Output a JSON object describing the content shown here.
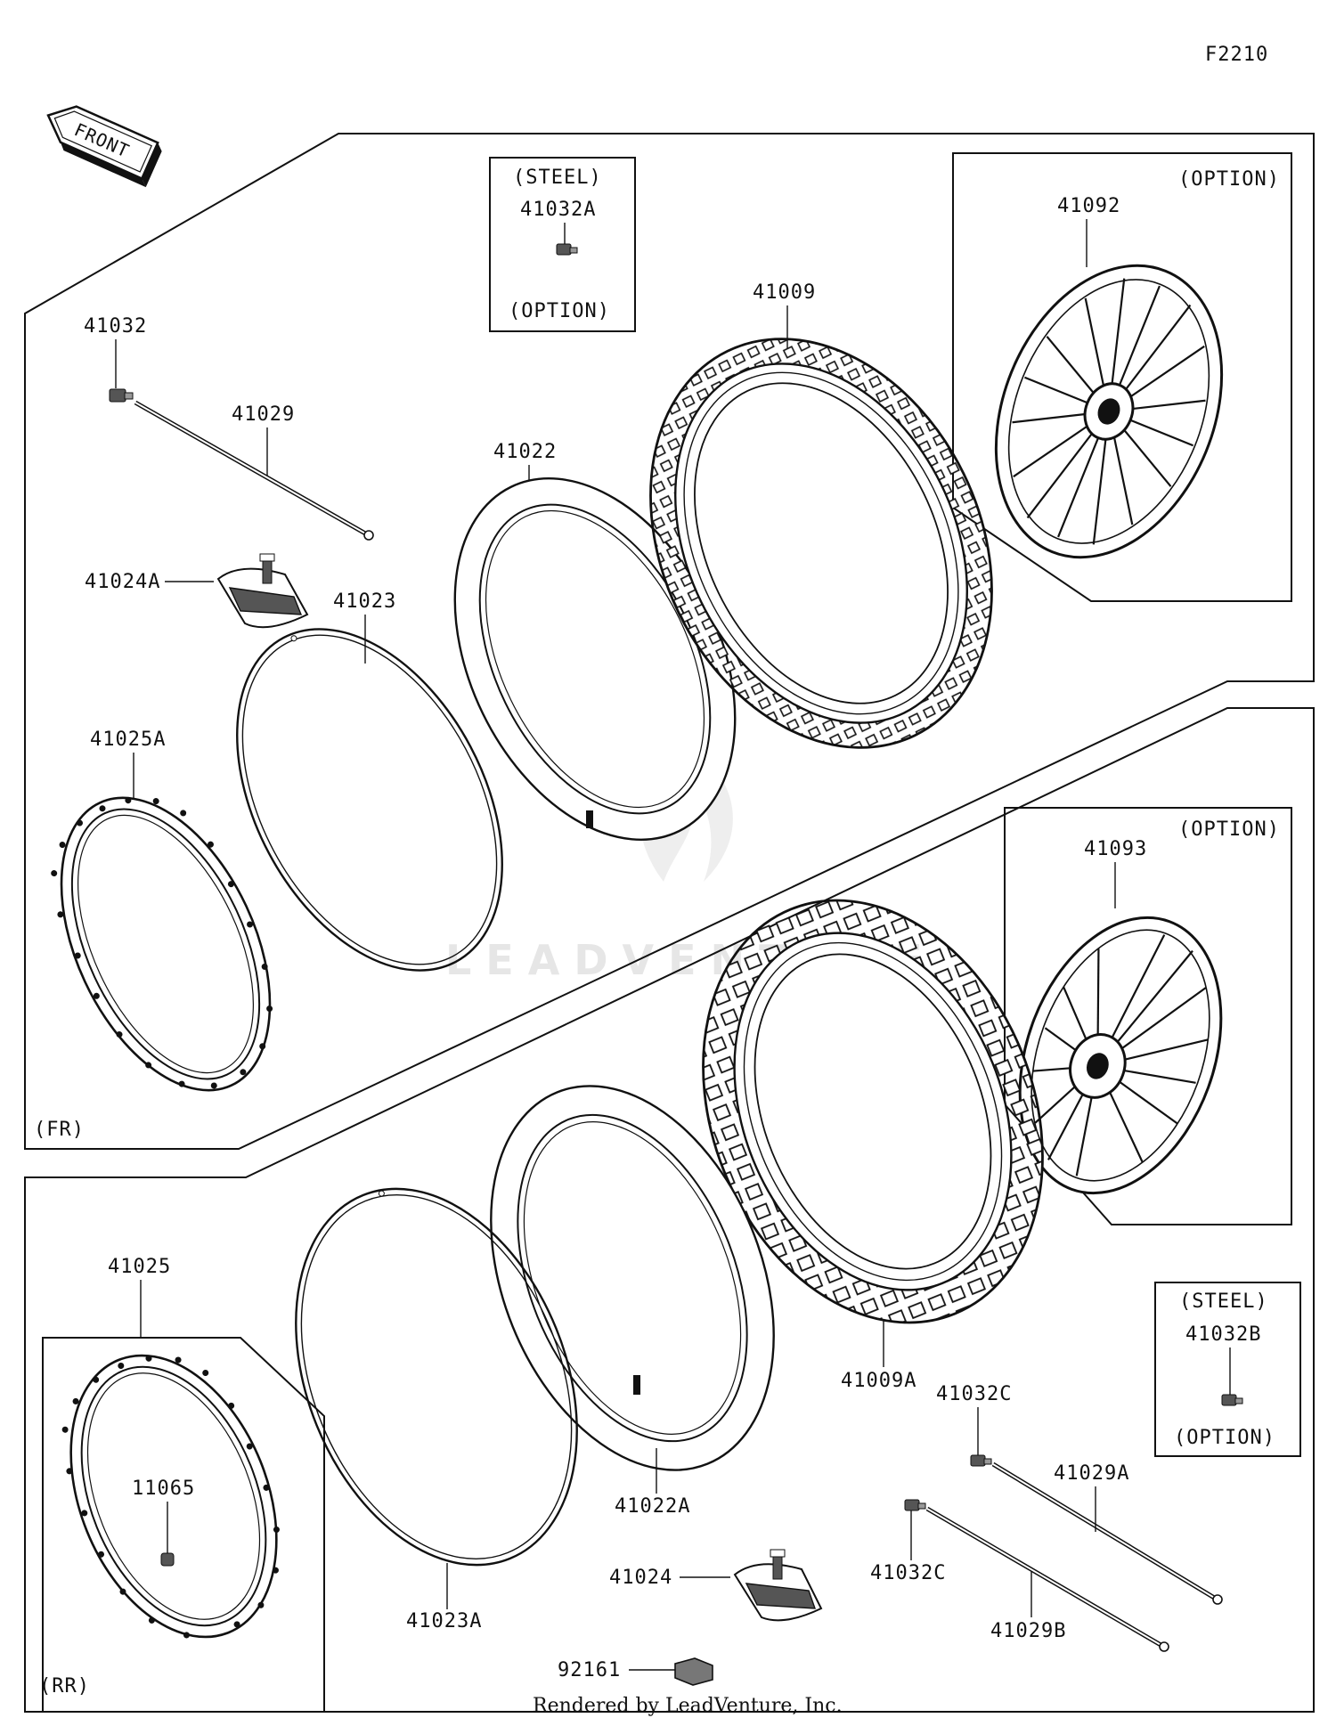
{
  "figure_code": "F2210",
  "direction_label": "FRONT",
  "sections": {
    "front": "(FR)",
    "rear": "(RR)"
  },
  "option_boxes": {
    "steel_front": {
      "title": "(STEEL)",
      "part": "41032A",
      "note": "(OPTION)"
    },
    "wheel_front": {
      "note": "(OPTION)",
      "part": "41092"
    },
    "wheel_rear": {
      "note": "(OPTION)",
      "part": "41093"
    },
    "steel_rear": {
      "title": "(STEEL)",
      "part": "41032B",
      "note": "(OPTION)"
    }
  },
  "parts": {
    "p41032": "41032",
    "p41029": "41029",
    "p41024A": "41024A",
    "p41023": "41023",
    "p41022": "41022",
    "p41009": "41009",
    "p41025A": "41025A",
    "p41025": "41025",
    "p11065": "11065",
    "p41023A": "41023A",
    "p41022A": "41022A",
    "p41009A": "41009A",
    "p41024": "41024",
    "p92161": "92161",
    "p41032C_top": "41032C",
    "p41032C_bottom": "41032C",
    "p41029A": "41029A",
    "p41029B": "41029B"
  },
  "watermark": "LEADVENTURE",
  "footer": "Rendered by LeadVenture, Inc."
}
